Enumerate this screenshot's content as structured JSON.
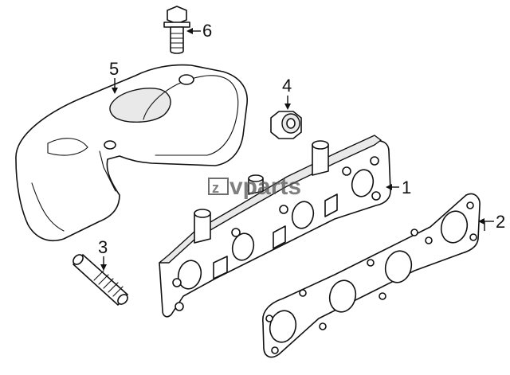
{
  "callouts": [
    {
      "id": "1",
      "label": "1",
      "part": "exhaust-manifold"
    },
    {
      "id": "2",
      "label": "2",
      "part": "manifold-gasket"
    },
    {
      "id": "3",
      "label": "3",
      "part": "stud"
    },
    {
      "id": "4",
      "label": "4",
      "part": "nut"
    },
    {
      "id": "5",
      "label": "5",
      "part": "heat-shield"
    },
    {
      "id": "6",
      "label": "6",
      "part": "bolt"
    }
  ],
  "watermark": {
    "text": "vparts",
    "logo_letter": "z"
  },
  "colors": {
    "line": "#111111",
    "background": "#ffffff",
    "watermark": "#555555"
  }
}
